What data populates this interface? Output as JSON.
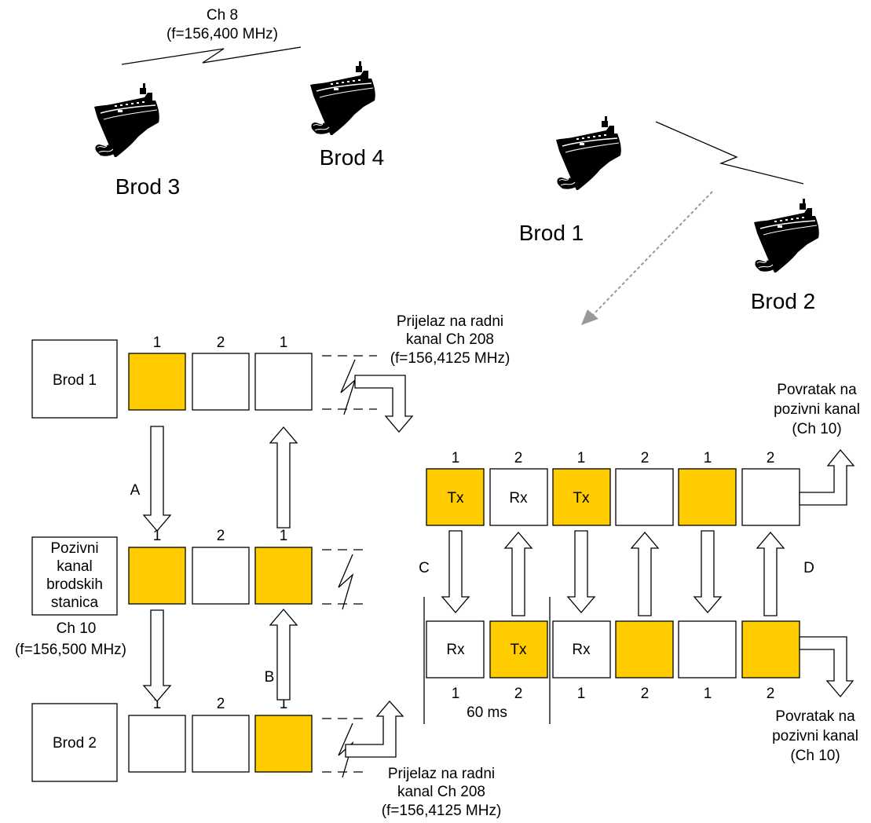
{
  "colors": {
    "slot_active": "#FFCC00",
    "line": "#000000",
    "dashed_arrow": "#999999"
  },
  "icons": {
    "ship": "ship-icon"
  },
  "ships": {
    "brod3": "Brod 3",
    "brod4": "Brod 4",
    "brod1": "Brod 1",
    "brod2": "Brod 2"
  },
  "channel8": {
    "line1": "Ch 8",
    "line2": "(f=156,400 MHz)"
  },
  "stations": {
    "brod1": "Brod 1",
    "pozivni": [
      "Pozivni",
      "kanal",
      "brodskih",
      "stanica"
    ],
    "brod2": "Brod 2"
  },
  "ch10": {
    "line1": "Ch 10",
    "line2": "(f=156,500 MHz)"
  },
  "slot_numbers": {
    "one": "1",
    "two": "2"
  },
  "slot_labels": {
    "tx": "Tx",
    "rx": "Rx"
  },
  "arrow_labels": {
    "a": "A",
    "b": "B",
    "c": "C",
    "d": "D"
  },
  "transition_top": [
    "Prijelaz na radni",
    "kanal Ch 208",
    "(f=156,4125 MHz)"
  ],
  "transition_bottom": [
    "Prijelaz na radni",
    "kanal Ch 208",
    "(f=156,4125 MHz)"
  ],
  "return_top": [
    "Povratak na",
    "pozivni kanal",
    "(Ch 10)"
  ],
  "return_bottom": [
    "Povratak na",
    "pozivni kanal",
    "(Ch 10)"
  ],
  "timing": "60 ms"
}
